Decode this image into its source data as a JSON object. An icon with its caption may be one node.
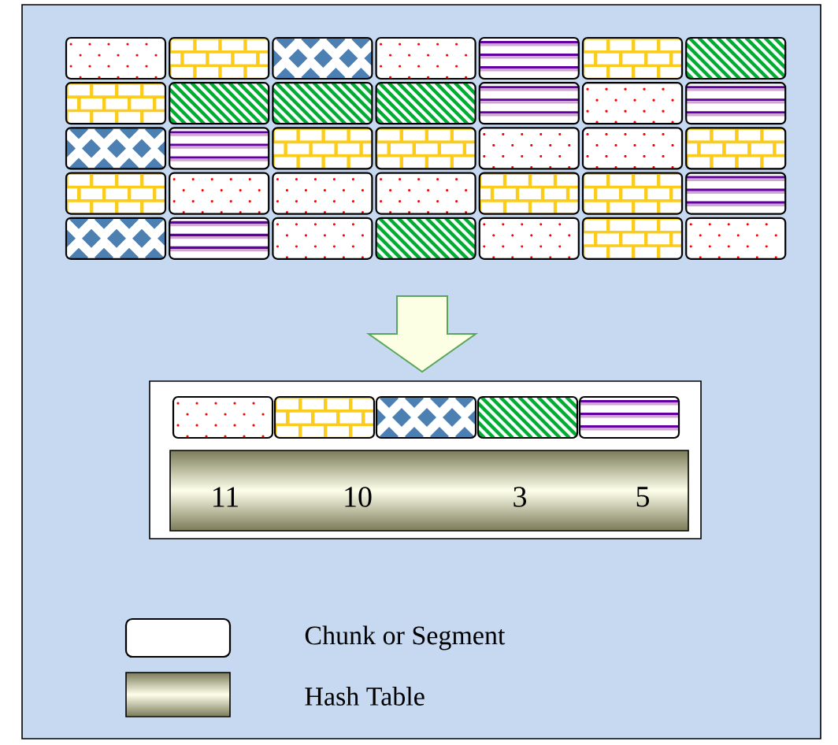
{
  "diagram": {
    "nodes": [
      {
        "text": [],
        "shape": "box"
      },
      {
        "text": [
          "11",
          "10",
          "3",
          "5"
        ],
        "in": 0
      }
    ],
    "legend": [
      {
        "text": "Chunk or Segment"
      },
      {
        "text": "Hash Table"
      }
    ]
  }
}
